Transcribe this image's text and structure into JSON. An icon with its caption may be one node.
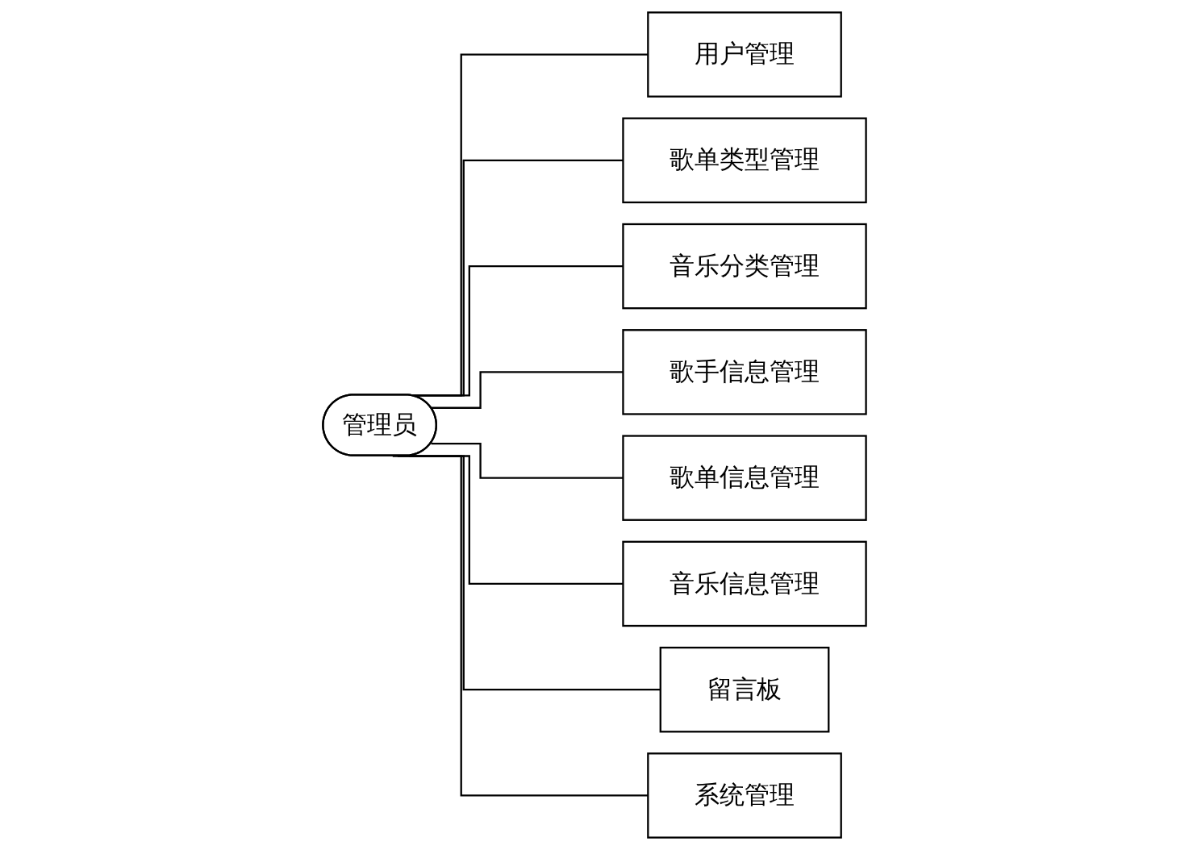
{
  "diagram": {
    "nodes": [
      {
        "text": [
          "管理员"
        ]
      },
      {
        "text": [
          "用户管理"
        ]
      },
      {
        "text": [
          "歌单类型管理"
        ]
      },
      {
        "text": [
          "音乐分类管理"
        ]
      },
      {
        "text": [
          "歌手信息管理"
        ]
      },
      {
        "text": [
          "歌单信息管理"
        ]
      },
      {
        "text": [
          "音乐信息管理"
        ]
      },
      {
        "text": [
          "留言板"
        ]
      },
      {
        "text": [
          "系统管理"
        ]
      }
    ],
    "edges": [
      {
        "from": 0,
        "to": 1,
        "arrow": "none"
      },
      {
        "from": 0,
        "to": 2,
        "arrow": "none"
      },
      {
        "from": 0,
        "to": 3,
        "arrow": "none"
      },
      {
        "from": 0,
        "to": 4,
        "arrow": "none"
      },
      {
        "from": 0,
        "to": 5,
        "arrow": "none"
      },
      {
        "from": 0,
        "to": 6,
        "arrow": "none"
      },
      {
        "from": 0,
        "to": 7,
        "arrow": "none"
      },
      {
        "from": 0,
        "to": 8,
        "arrow": "none"
      }
    ]
  }
}
